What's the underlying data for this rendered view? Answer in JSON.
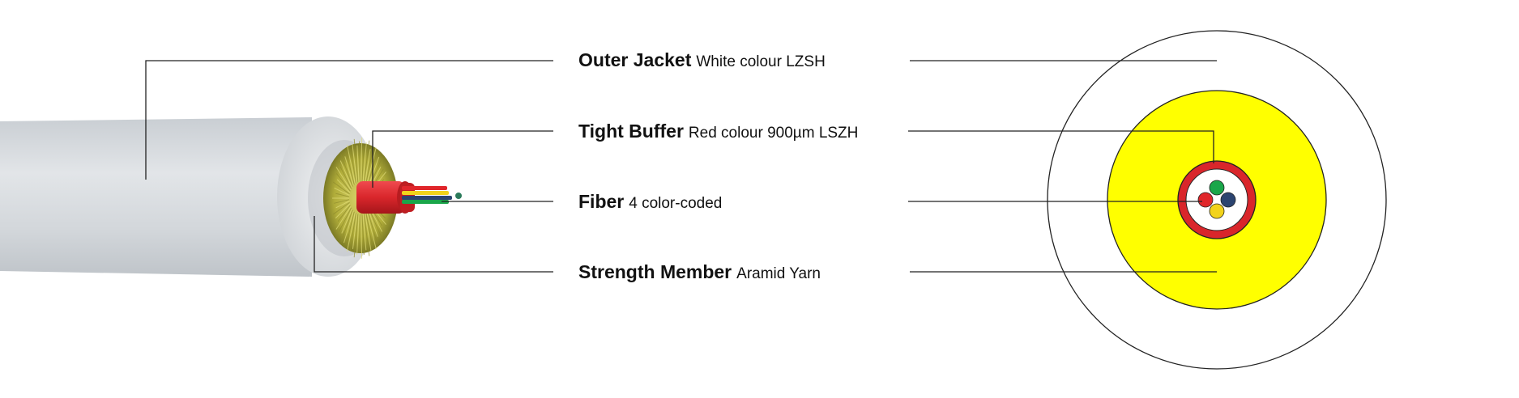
{
  "components": [
    {
      "key": "jacket",
      "name": "Outer Jacket",
      "description": "White colour LZSH"
    },
    {
      "key": "buffer",
      "name": "Tight Buffer",
      "description": "Red colour 900µm LSZH"
    },
    {
      "key": "fiber",
      "name": "Fiber",
      "description": "4 color-coded"
    },
    {
      "key": "strength",
      "name": "Strength Member",
      "description": "Aramid Yarn"
    }
  ],
  "colors": {
    "jacket": "#d9dde1",
    "aramid": "#ffff00",
    "aramid_yarn": "#b4b33a",
    "buffer": "#d9262b",
    "fiber_green": "#1aa64a",
    "fiber_blue": "#2c4470",
    "fiber_red": "#e0262b",
    "fiber_yellow": "#f2d31b",
    "leader_line": "#222222"
  }
}
